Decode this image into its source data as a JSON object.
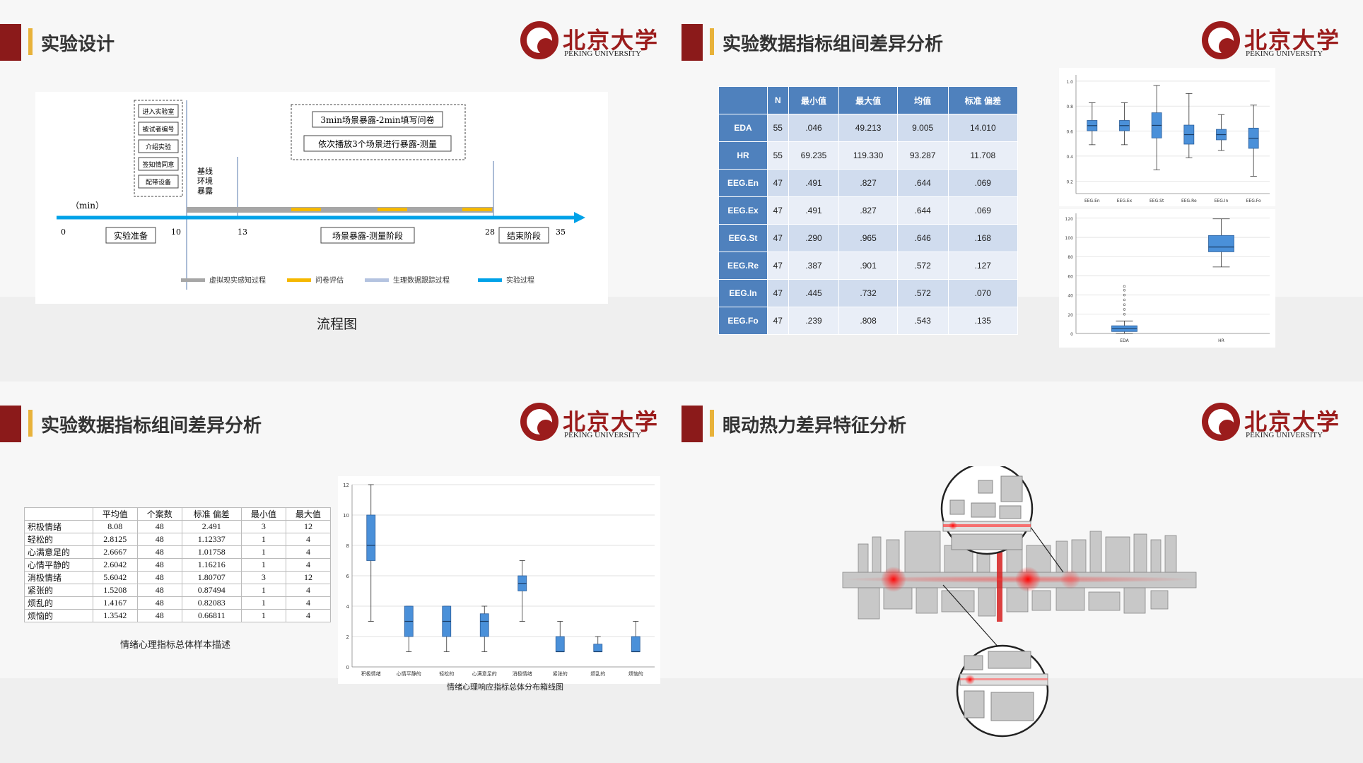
{
  "slides": [
    {
      "title": "实验设计"
    },
    {
      "title": "实验数据指标组间差异分析"
    },
    {
      "title": "实验数据指标组间差异分析"
    },
    {
      "title": "眼动热力差异特征分析"
    }
  ],
  "pku": {
    "cn": "北京大学",
    "en": "PEKING UNIVERSITY"
  },
  "flow": {
    "steps": [
      "进入实验室",
      "被试者编号",
      "介绍实验",
      "签知情同意",
      "配带设备"
    ],
    "baseline": [
      "基线",
      "环境",
      "暴露"
    ],
    "unit": "（min）",
    "box1": "3min场景暴露-2min填写问卷",
    "box2": "依次播放3个场景进行暴露-测量",
    "ticks": [
      "0",
      "10",
      "13",
      "28",
      "35"
    ],
    "stage1": "实验准备",
    "stage2": "场景暴露-测量阶段",
    "stage3": "结束阶段",
    "legend": [
      "虚拟现实感知过程",
      "问卷评估",
      "生理数据跟踪过程",
      "实验过程"
    ],
    "caption": "流程图",
    "colors": {
      "gray": "#a6a6a6",
      "yellow": "#f5b800",
      "lightblue": "#b4c3e0",
      "blue": "#00a2e8"
    }
  },
  "stats": {
    "headers": [
      "",
      "N",
      "最小值",
      "最大值",
      "均值",
      "标准 偏差"
    ],
    "rows": [
      [
        "EDA",
        "55",
        ".046",
        "49.213",
        "9.005",
        "14.010"
      ],
      [
        "HR",
        "55",
        "69.235",
        "119.330",
        "93.287",
        "11.708"
      ],
      [
        "EEG.En",
        "47",
        ".491",
        ".827",
        ".644",
        ".069"
      ],
      [
        "EEG.Ex",
        "47",
        ".491",
        ".827",
        ".644",
        ".069"
      ],
      [
        "EEG.St",
        "47",
        ".290",
        ".965",
        ".646",
        ".168"
      ],
      [
        "EEG.Re",
        "47",
        ".387",
        ".901",
        ".572",
        ".127"
      ],
      [
        "EEG.In",
        "47",
        ".445",
        ".732",
        ".572",
        ".070"
      ],
      [
        "EEG.Fo",
        "47",
        ".239",
        ".808",
        ".543",
        ".135"
      ]
    ]
  },
  "box_eeg": {
    "categories": [
      "EEG.En",
      "EEG.Ex",
      "EEG.St",
      "EEG.Re",
      "EEG.In",
      "EEG.Fo"
    ],
    "yticks": [
      "1.0",
      "0.8",
      "0.6",
      "0.4",
      "0.2"
    ]
  },
  "box_eda": {
    "categories": [
      "EDA",
      "HR"
    ],
    "yticks": [
      "120",
      "100",
      "80",
      "60",
      "40",
      "20",
      "0"
    ]
  },
  "emo_table": {
    "headers": [
      "",
      "平均值",
      "个案数",
      "标准 偏差",
      "最小值",
      "最大值"
    ],
    "rows": [
      [
        "积极情绪",
        "8.08",
        "48",
        "2.491",
        "3",
        "12"
      ],
      [
        "轻松的",
        "2.8125",
        "48",
        "1.12337",
        "1",
        "4"
      ],
      [
        "心满意足的",
        "2.6667",
        "48",
        "1.01758",
        "1",
        "4"
      ],
      [
        "心情平静的",
        "2.6042",
        "48",
        "1.16216",
        "1",
        "4"
      ],
      [
        "消极情绪",
        "5.6042",
        "48",
        "1.80707",
        "3",
        "12"
      ],
      [
        "紧张的",
        "1.5208",
        "48",
        "0.87494",
        "1",
        "4"
      ],
      [
        "烦乱的",
        "1.4167",
        "48",
        "0.82083",
        "1",
        "4"
      ],
      [
        "烦恼的",
        "1.3542",
        "48",
        "0.66811",
        "1",
        "4"
      ]
    ],
    "caption": "情绪心理指标总体样本描述"
  },
  "chart_data": {
    "type": "boxplot",
    "categories": [
      "积极情绪",
      "心情平静的",
      "轻松的",
      "心满意足的",
      "消极情绪",
      "紧张的",
      "烦乱的",
      "烦恼的"
    ],
    "yticks": [
      "12",
      "10",
      "8",
      "6",
      "4",
      "2",
      "0"
    ],
    "ylim": [
      0,
      12
    ],
    "boxes": [
      {
        "min": 3,
        "q1": 7,
        "median": 8,
        "q3": 10,
        "max": 12
      },
      {
        "min": 1,
        "q1": 2,
        "median": 3,
        "q3": 4,
        "max": 4
      },
      {
        "min": 1,
        "q1": 2,
        "median": 3,
        "q3": 4,
        "max": 4
      },
      {
        "min": 1,
        "q1": 2,
        "median": 3,
        "q3": 3.5,
        "max": 4
      },
      {
        "min": 3,
        "q1": 5,
        "median": 5.5,
        "q3": 6,
        "max": 7
      },
      {
        "min": 1,
        "q1": 1,
        "median": 1,
        "q3": 2,
        "max": 3
      },
      {
        "min": 1,
        "q1": 1,
        "median": 1,
        "q3": 1.5,
        "max": 2
      },
      {
        "min": 1,
        "q1": 1,
        "median": 1,
        "q3": 2,
        "max": 3
      }
    ],
    "caption": "情绪心理响应指标总体分布箱线图"
  }
}
